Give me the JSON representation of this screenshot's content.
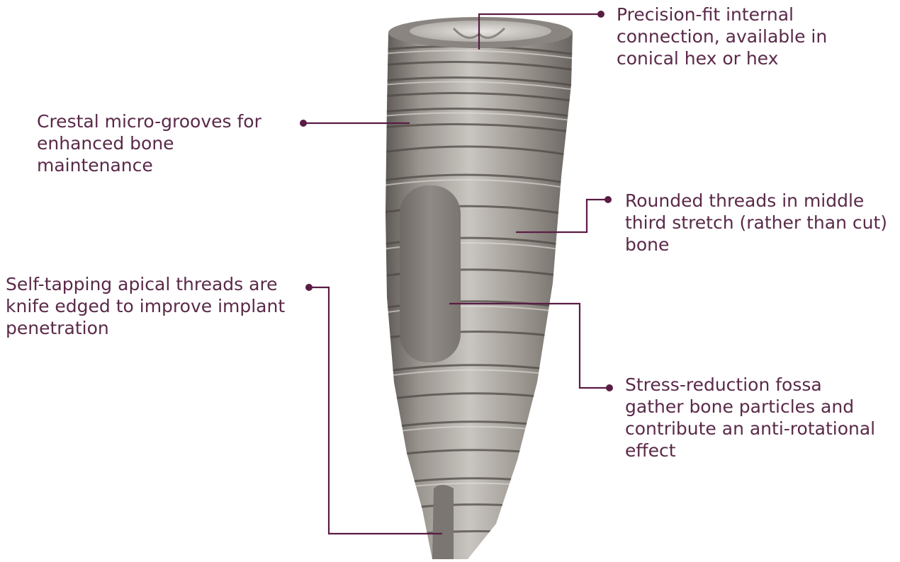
{
  "diagram": {
    "line_color": "#5a1c44",
    "text_color": "#5a2a49",
    "implant_color": "#8c8782",
    "callouts": {
      "connection": "Precision-fit internal\nconnection, available in\nconical hex or hex",
      "crestal": "Crestal micro-grooves for\nenhanced bone maintenance",
      "rounded": "Rounded threads in middle\nthird stretch (rather than cut)\nbone",
      "apical": "Self-tapping apical threads are\nknife edged to improve implant\npenetration",
      "fossa": "Stress-reduction fossa\ngather bone particles and\ncontribute an anti-rotational\neffect"
    }
  }
}
